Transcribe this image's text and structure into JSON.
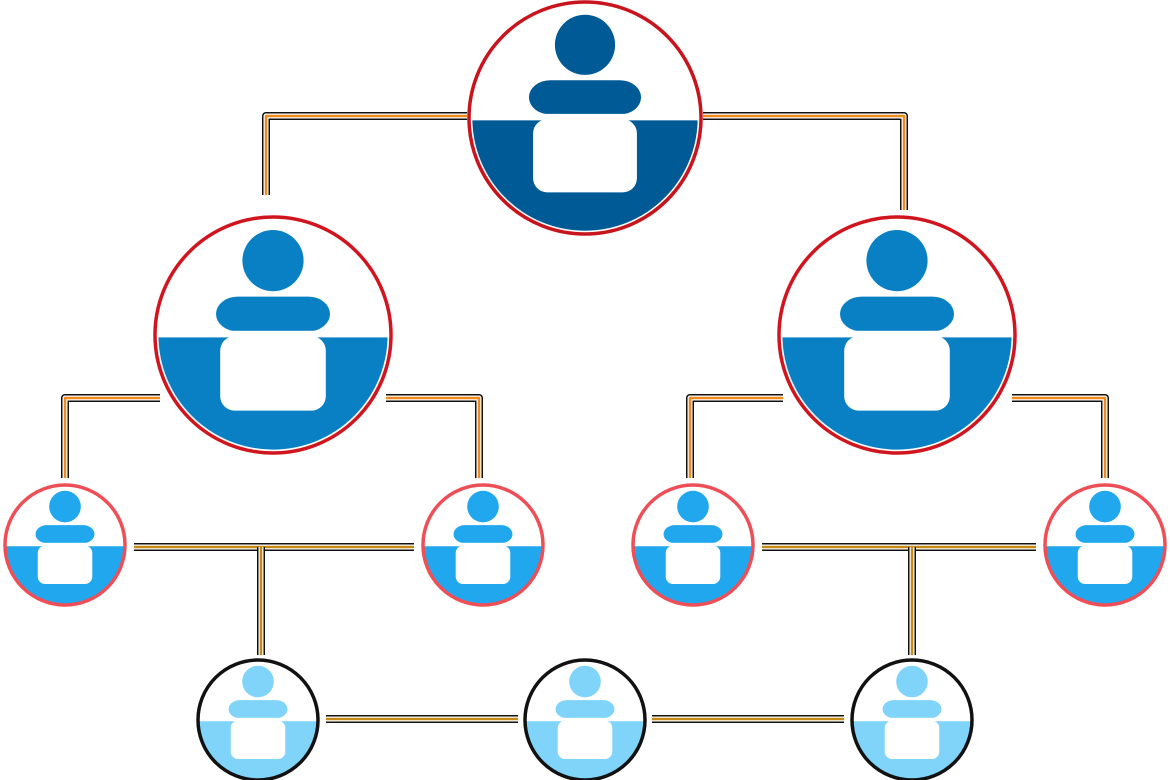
{
  "diagram": {
    "kind": "organizational-hierarchy",
    "levels": [
      {
        "level": 1,
        "nodes": [
          "top"
        ],
        "icon": "person-at-desk-icon",
        "fill": "#005a96",
        "ring": "#c8141c"
      },
      {
        "level": 2,
        "nodes": [
          "mid-left",
          "mid-right"
        ],
        "icon": "person-at-desk-icon",
        "fill": "#0a80c4",
        "ring": "#d0151f"
      },
      {
        "level": 3,
        "nodes": [
          "low-1",
          "low-2",
          "low-3",
          "low-4"
        ],
        "icon": "person-at-desk-icon",
        "fill": "#21a7ee",
        "ring": "#ee4f57"
      },
      {
        "level": 4,
        "nodes": [
          "base-1",
          "base-2",
          "base-3"
        ],
        "icon": "person-at-desk-icon",
        "fill": "#80d4fa",
        "ring": "#111111"
      }
    ],
    "connections": [
      {
        "from": "top",
        "to": "mid-left"
      },
      {
        "from": "top",
        "to": "mid-right"
      },
      {
        "from": "mid-left",
        "to": "low-1"
      },
      {
        "from": "mid-left",
        "to": "low-2"
      },
      {
        "from": "mid-right",
        "to": "low-3"
      },
      {
        "from": "mid-right",
        "to": "low-4"
      },
      {
        "from": "low-1",
        "to": "low-2"
      },
      {
        "from": "low-3",
        "to": "low-4"
      },
      {
        "from": "low-1",
        "to": "base-1"
      },
      {
        "from": "low-3",
        "to": "base-3"
      },
      {
        "from": "base-1",
        "to": "base-2"
      },
      {
        "from": "base-2",
        "to": "base-3"
      }
    ],
    "line_colors": {
      "outer": "#111111",
      "inner": "#f08a1c",
      "lower": "#c98a14"
    }
  }
}
